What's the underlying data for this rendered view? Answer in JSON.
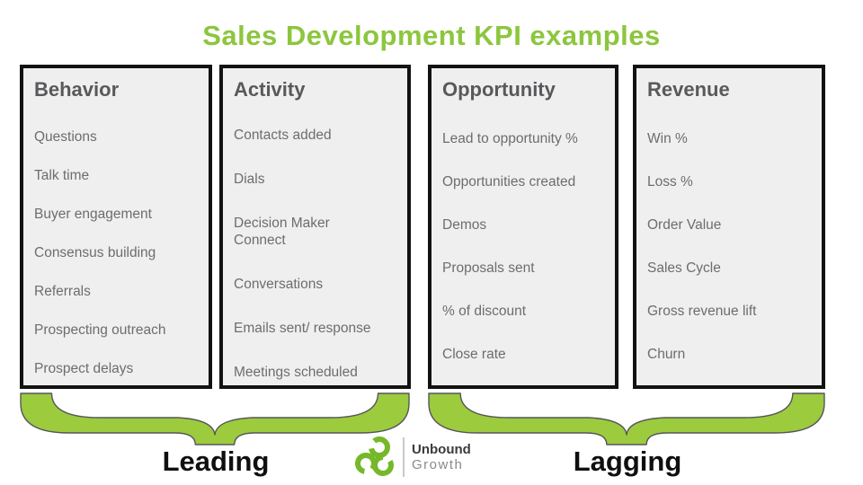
{
  "title": "Sales Development KPI examples",
  "colors": {
    "title": "#8CC63E",
    "brace": "#9CCB3E",
    "box_background": "#EFEFEF",
    "box_border": "#121212",
    "header_text": "#58595B",
    "item_text": "#6D6D6D",
    "group_label_text": "#0F0F0F",
    "logo_green": "#76B82A"
  },
  "columns": [
    {
      "header": "Behavior",
      "items": [
        "Questions",
        "Talk time",
        "Buyer engagement",
        "Consensus building",
        "Referrals",
        "Prospecting outreach",
        "Prospect delays"
      ]
    },
    {
      "header": "Activity",
      "items": [
        "Contacts added",
        "Dials",
        "Decision Maker\nConnect",
        "Conversations",
        "Emails sent/ response",
        "Meetings scheduled"
      ]
    },
    {
      "header": "Opportunity",
      "items": [
        "Lead to opportunity %",
        "Opportunities created",
        "Demos",
        "Proposals sent",
        "% of discount",
        "Close rate"
      ]
    },
    {
      "header": "Revenue",
      "items": [
        "Win %",
        "Loss %",
        "Order Value",
        "Sales Cycle",
        "Gross revenue lift",
        "Churn"
      ]
    }
  ],
  "groups": {
    "leading": {
      "label": "Leading",
      "columns": [
        0,
        1
      ]
    },
    "lagging": {
      "label": "Lagging",
      "columns": [
        2,
        3
      ]
    }
  },
  "logo": {
    "name": "Unbound Growth",
    "line1": "Unbound",
    "line2": "Growth"
  },
  "icons": {
    "logo_mark": "unbound-growth-trefoil-rings-icon"
  }
}
